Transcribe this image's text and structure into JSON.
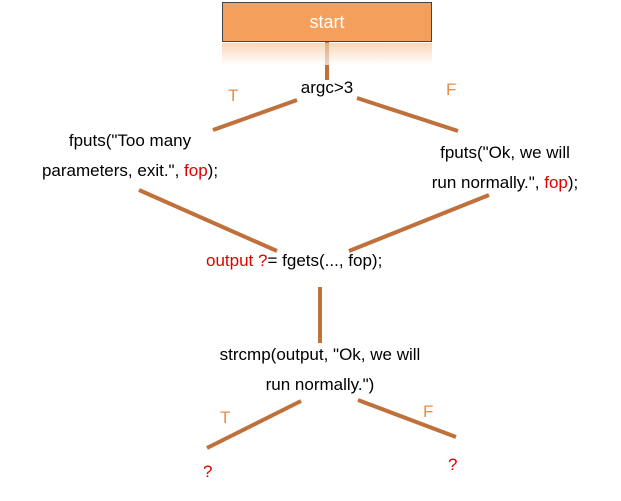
{
  "start": {
    "label": "start"
  },
  "condition1": {
    "text": "argc>3",
    "true_label": "T",
    "false_label": "F"
  },
  "true_branch": {
    "line1": "fputs(\"Too many",
    "line2_pre": "parameters, exit.\", ",
    "line2_red": "fop",
    "line2_post": ");"
  },
  "false_branch": {
    "line1": "fputs(\"Ok, we will",
    "line2_pre": "run normally.\", ",
    "line2_red": "fop",
    "line2_post": ");"
  },
  "merge": {
    "output": "output",
    "q": "?",
    "eq": "=",
    "call": "fgets(..., fop);"
  },
  "condition2": {
    "line1": "strcmp(output, \"Ok, we will",
    "line2": "run normally.\")",
    "true_label": "T",
    "false_label": "F",
    "true_result": "?",
    "false_result": "?"
  },
  "colors": {
    "edge": "#c0713b",
    "box": "#f4a05c",
    "label": "#f08a40",
    "red": "#e00000"
  }
}
